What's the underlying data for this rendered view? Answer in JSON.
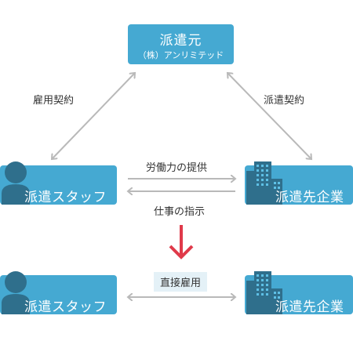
{
  "dispatcher": {
    "title": "派遣元",
    "subtitle": "（株）アンリミテッド"
  },
  "staff_label": "派遣スタッフ",
  "client_label": "派遣先企業",
  "relations": {
    "employment_contract": "雇用契約",
    "dispatch_contract": "派遣契約",
    "labor_provision": "労働力の提供",
    "work_instructions": "仕事の指示",
    "direct_employment": "直接雇用"
  },
  "colors": {
    "box": "#45a9d2",
    "figure": "#2f6f8c",
    "arrow": "#b9b9b9",
    "down_arrow": "#e03a4a",
    "tag_bg": "#e4f1f7"
  },
  "icons": {
    "person": "person-icon",
    "building": "building-icon",
    "down_arrow": "down-arrow-icon"
  }
}
